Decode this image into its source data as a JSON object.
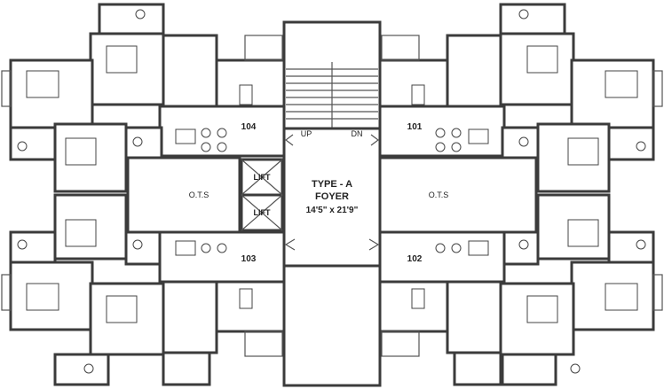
{
  "foyer": {
    "type_label": "TYPE - A",
    "name_label": "FOYER",
    "size_label": "14'5\" x 21'9\""
  },
  "stairs": {
    "up_label": "UP",
    "down_label": "DN"
  },
  "lifts": {
    "upper_label": "LIFT",
    "lower_label": "LIFT"
  },
  "ots": {
    "left_label": "O.T.S",
    "right_label": "O.T.S"
  },
  "units": {
    "u104": "104",
    "u101": "101",
    "u103": "103",
    "u102": "102"
  },
  "colors": {
    "wall": "#3b3b3b",
    "background": "#ffffff",
    "text": "#222222"
  }
}
